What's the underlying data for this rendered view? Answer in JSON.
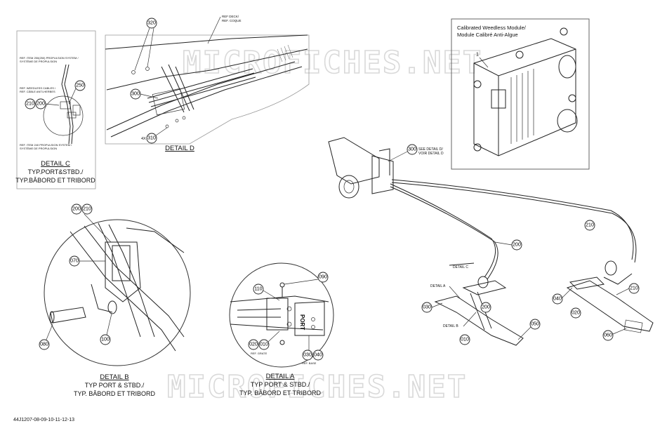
{
  "watermark": "MICROFICHES.NET",
  "drawing_number": "44J1207-08-09-10-11-12-13",
  "module_box": {
    "title_en": "Calibrated Weedless Module/",
    "title_fr": "Module Calibré Anti-Algue",
    "callout": "1"
  },
  "detail_c": {
    "title": "DETAIL C",
    "line2": "TYP.PORT&STBD./",
    "line3": "TYP.BÂBORD ET TRIBORD",
    "ref_top_1": "REF. ITEM 250(250) PROPULSION SYSTEM /",
    "ref_top_2": "SYSTÈME DE PROPULSION",
    "ref_mid_1": "REF. WEEDLESS CABLES /",
    "ref_mid_2": "REF. CÂBLE ANTI-HERBES",
    "ref_bot_1": "REF. ITEM 240 PROPULSION SYSTEM /",
    "ref_bot_2": "SYSTÈME DE PROPULSION",
    "callouts": [
      "250",
      "210",
      "200"
    ]
  },
  "detail_d": {
    "title": "DETAIL D",
    "ref_deck_1": "REF DECK/",
    "ref_deck_2": "REF. COQUE",
    "qty": "4X",
    "callouts": [
      "320",
      "300",
      "310"
    ]
  },
  "detail_b": {
    "title": "DETAIL B",
    "line2": "TYP PORT & STBD./",
    "line3": "TYP. BÂBORD ET TRIBORD",
    "callouts": [
      "200",
      "210",
      "070",
      "080",
      "100"
    ]
  },
  "detail_a": {
    "title": "DETAIL A",
    "line2": "TYP PORT & STBD./",
    "line3": "TYP. BÂBORD ET TRIBORD",
    "port_text": "PORT",
    "ref_grate": "REF. GRATE",
    "ref_base": "REF. BASE",
    "callouts": [
      "090",
      "110",
      "020",
      "010",
      "030",
      "040"
    ]
  },
  "main": {
    "see_detail_1": "SEE DETAIL D/",
    "see_detail_2": "VOIR DETAIL D",
    "detail_c_ref": "DETAIL C",
    "detail_a_ref": "DETAIL A",
    "detail_b_ref": "DETAIL B",
    "callouts": [
      "300",
      "210",
      "200",
      "030",
      "200",
      "010",
      "050",
      "040",
      "020",
      "210",
      "060"
    ]
  }
}
